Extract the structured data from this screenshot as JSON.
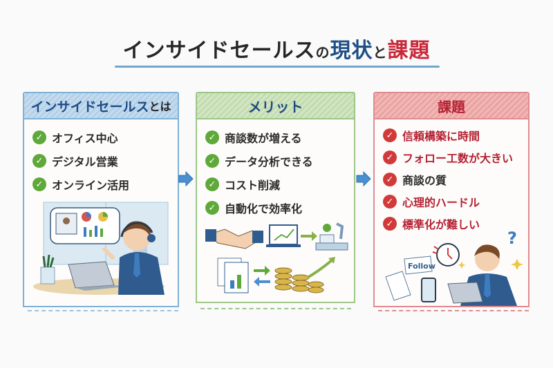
{
  "title": {
    "part1": "インサイドセールス",
    "part2": "の",
    "part3": "現状",
    "part4": "と",
    "part5": "課題"
  },
  "panels": [
    {
      "id": "about",
      "heading_main": "インサイドセールス",
      "heading_suffix": "とは",
      "accent": "#7fb0d6",
      "items": [
        "オフィス中心",
        "デジタル営業",
        "オンライン活用"
      ],
      "illustration": "salesperson-with-headset-at-laptop"
    },
    {
      "id": "merits",
      "heading": "メリット",
      "accent": "#9cc587",
      "items": [
        "商談数が増える",
        "データ分析できる",
        "コスト削減",
        "自動化で効率化"
      ],
      "illustration": "handshake-chart-automation-coins"
    },
    {
      "id": "issues",
      "heading": "課題",
      "accent": "#de8b8f",
      "items": [
        "信頼構築に時間",
        "フォロー工数が大きい",
        "商談の質",
        "心理的ハードル",
        "標準化が難しい"
      ],
      "illustration": "worried-salesperson-with-clock",
      "follow_label": "Follow",
      "question_mark": "?"
    }
  ],
  "icons": {
    "check": "✓",
    "arrow": "arrow-right"
  }
}
